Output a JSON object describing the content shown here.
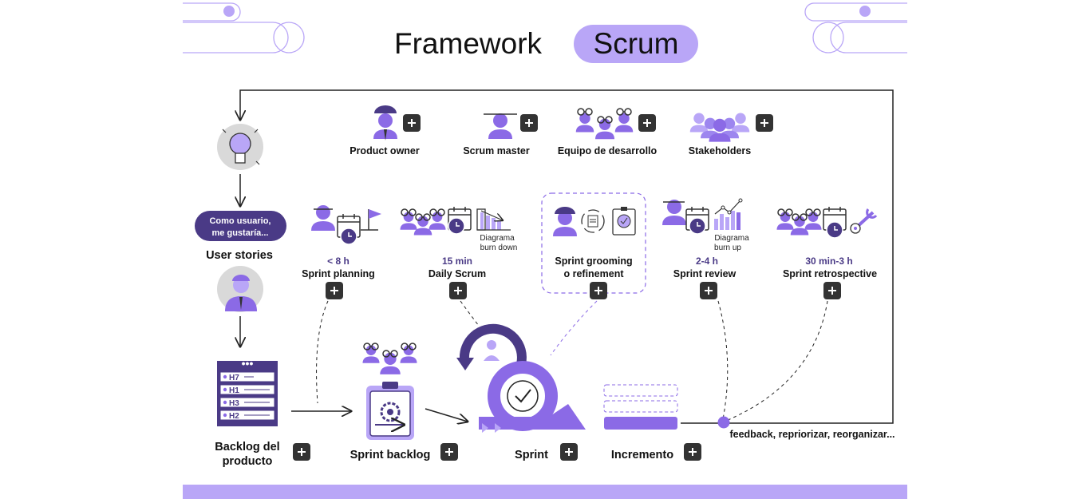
{
  "title": {
    "main": "Framework",
    "highlight": "Scrum"
  },
  "colors": {
    "purple": "#8b6ae6",
    "light_purple": "#b9a6f7",
    "dark_purple": "#4a3a86",
    "button": "#333333",
    "grey_circle": "#d9d9d9"
  },
  "roles": [
    {
      "label": "Product owner",
      "icon": "product-owner-icon"
    },
    {
      "label": "Scrum master",
      "icon": "scrum-master-icon"
    },
    {
      "label": "Equipo de desarrollo",
      "icon": "dev-team-icon"
    },
    {
      "label": "Stakeholders",
      "icon": "stakeholders-icon"
    }
  ],
  "user_stories": {
    "bubble_line1": "Como usuario,",
    "bubble_line2": "me gustaría...",
    "label": "User stories"
  },
  "events": [
    {
      "duration": "< 8 h",
      "label": "Sprint planning"
    },
    {
      "duration": "15 min",
      "label": "Daily Scrum",
      "note_line1": "Diagrama",
      "note_line2": "burn down"
    },
    {
      "label_line1": "Sprint grooming",
      "label_line2": "o refinement"
    },
    {
      "duration": "2-4 h",
      "label": "Sprint review",
      "note_line1": "Diagrama",
      "note_line2": "burn up"
    },
    {
      "duration": "30 min-3 h",
      "label": "Sprint retrospective"
    }
  ],
  "backlog": {
    "items": [
      "H7",
      "H1",
      "H3",
      "H2"
    ],
    "label_line1": "Backlog del",
    "label_line2": "producto"
  },
  "artifacts": {
    "sprint_backlog": "Sprint backlog",
    "sprint": "Sprint",
    "increment": "Incremento"
  },
  "feedback": "feedback, repriorizar, reorganizar..."
}
